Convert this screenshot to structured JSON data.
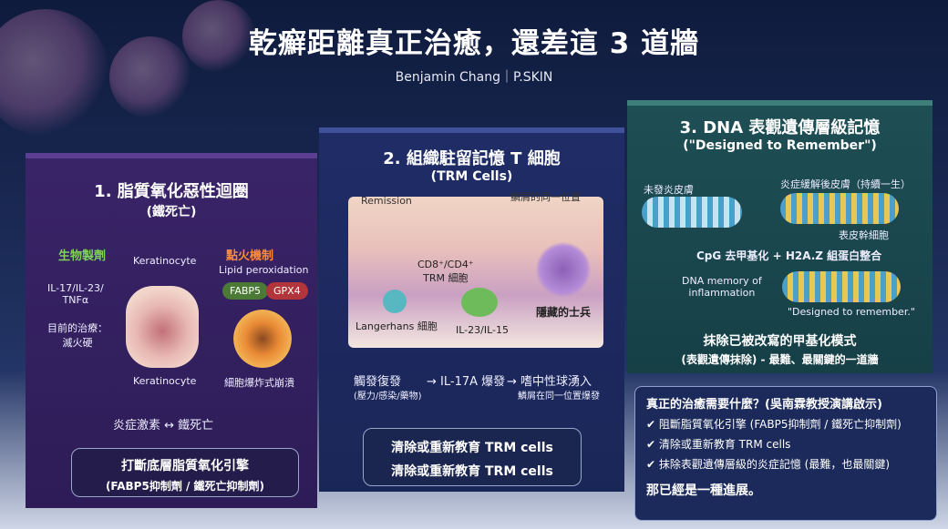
{
  "header": {
    "title": "乾癬距離真正治癒，還差這 3 道牆",
    "subtitle": "Benjamin Chang｜P.SKIN"
  },
  "panel1": {
    "title": "1. 脂質氧化惡性迴圈",
    "subtitle": "(鐵死亡)",
    "bio_label": "生物製劑",
    "keratinocyte_top": "Keratinocyte",
    "ignition_label": "點火機制",
    "lipid": "Lipid peroxidation",
    "fabp5": "FABP5",
    "gpx4": "GPX4",
    "cytokines": "IL-17/IL-23/\nTNFα",
    "current_tx": "目前的治療：\n滅火硬",
    "keratinocyte_bottom": "Keratinocyte",
    "burst": "細胞爆炸式崩潰",
    "loop": "炎症激素 ↔ 鐵死亡",
    "cta1": "打斷底層脂質氧化引擎",
    "cta2": "(FABP5抑制劑 / 鐵死亡抑制劑)"
  },
  "panel2": {
    "title": "2. 組織駐留記憶 T 細胞",
    "subtitle": "(TRM Cells)",
    "remission": "Remission",
    "same_spot": "鱗屑的同一位置",
    "cd": "CD8⁺/CD4⁺\nTRM 細胞",
    "langerhans": "Langerhans 細胞",
    "il23": "IL-23/IL-15",
    "hidden": "隱藏的士兵",
    "relapse": "觸發復發",
    "relapse_sub": "(壓力/感染/藥物)",
    "il17": "→ IL-17A 爆發",
    "neutrophil": "→ 嗜中性球湧入",
    "neutrophil_sub": "鱗屑在同一位置爆發",
    "cta1": "清除或重新教育 TRM cells",
    "cta2": "清除或重新教育 TRM cells"
  },
  "panel3": {
    "title": "3. DNA 表觀遺傳層級記憶",
    "subtitle": "(\"Designed to Remember\")",
    "unaffected": "未發炎皮膚",
    "resolved": "炎症緩解後皮膚（持續一生）",
    "stem": "表皮幹細胞",
    "cpg": "CpG 去甲基化 + H2A.Z 組蛋白整合",
    "dna_memory": "DNA memory of\ninflammation",
    "designed": "\"Designed to remember.\"",
    "cta1": "抹除已被改寫的甲基化模式",
    "cta2": "(表觀遺傳抹除) - 最難、最關鍵的一道牆"
  },
  "recap": {
    "heading": "真正的治癒需要什麼？(吳南霖教授演講啟示)",
    "items": [
      "✔ 阻斷脂質氧化引擎 (FABP5抑制劑 / 鐵死亡抑制劑)",
      "✔ 清除或重新教育 TRM cells",
      "✔ 抹除表觀遺傳層級的炎症記憶 (最難，也最關鍵)"
    ],
    "footer": "那已經是一種進展。"
  }
}
